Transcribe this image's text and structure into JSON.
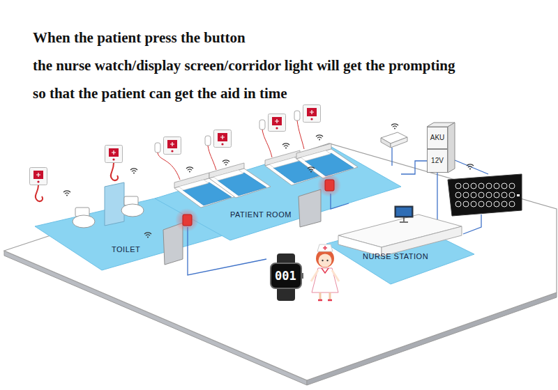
{
  "diagram": {
    "nodes": [
      {
        "text": [
          "TOILET"
        ]
      },
      {
        "text": [
          "PATIENT ROOM"
        ]
      },
      {
        "text": [
          "NURSE STATION"
        ]
      },
      {
        "text": [
          "AKU"
        ]
      },
      {
        "text": [
          "12V"
        ]
      }
    ],
    "edges": [
      {
        "from": 4,
        "to": 2,
        "arrow": "none"
      },
      {
        "from": 1,
        "to": 4,
        "arrow": "none"
      }
    ],
    "labels": [
      "When the patient press the button",
      "the nurse watch/display screen/corridor light will get the prompting",
      "so that the patient can get the aid in time",
      "001"
    ]
  }
}
